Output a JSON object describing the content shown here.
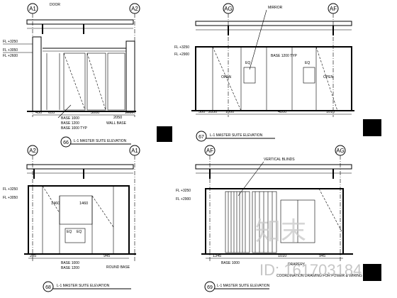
{
  "panels": [
    {
      "grid_left": "A1",
      "grid_right": "A2",
      "view_number": "66",
      "title": "L-1 MASTER SUITE ELEVATION",
      "dims": [
        "450",
        "655",
        "3000",
        "2050",
        "1010"
      ],
      "levels": [
        "FL +3250",
        "FL +3050",
        "FL +2600"
      ],
      "notes": [
        "BASE 1000",
        "BASE 1200",
        "BASE 1000 TYP",
        "WALL BASE",
        "DOOR"
      ]
    },
    {
      "grid_left": "AG",
      "grid_right": "AF",
      "view_number": "67",
      "title": "L-1 MASTER SUITE ELEVATION",
      "dims": [
        "500",
        "2850",
        "1000",
        "4800",
        "1010"
      ],
      "levels": [
        "FL +3250",
        "FL +2900"
      ],
      "notes": [
        "OPEN",
        "OPEN",
        "EQ",
        "EQ",
        "BASE 1200 TYP",
        "MIRROR"
      ]
    },
    {
      "grid_left": "A2",
      "grid_right": "A1",
      "view_number": "68",
      "title": "L-1 MASTER SUITE ELEVATION",
      "dims": [
        "1460",
        "1460",
        "945",
        "285"
      ],
      "levels": [
        "FL +3250",
        "FL +3050"
      ],
      "notes": [
        "EQ",
        "EQ",
        "BASE 1000",
        "BASE 1200",
        "ROUND BASE"
      ]
    },
    {
      "grid_left": "AF",
      "grid_right": "AG",
      "view_number": "69",
      "title": "L-1 MASTER SUITE ELEVATION",
      "dims": [
        "1345",
        "1010",
        "945"
      ],
      "levels": [
        "FL +3250",
        "FL +2900"
      ],
      "notes": [
        "VERTICAL BLINDS",
        "BASE 1000",
        "DRAPERY",
        "COORDINATION DRAWING FOR POWER & WIRING LOCATION"
      ]
    }
  ],
  "watermark": {
    "brand": "知末",
    "id_text": "ID: 161703184"
  }
}
